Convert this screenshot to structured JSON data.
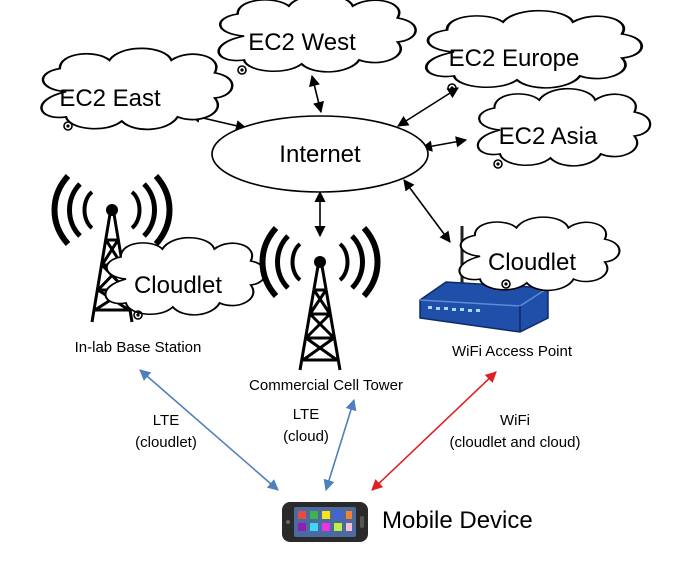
{
  "colors": {
    "black_arrow": "#000000",
    "lte_arrow": "#4f7fbd",
    "wifi_arrow": "#e02020",
    "router_body": "#1f4fa8"
  },
  "clouds": {
    "ec2_east": "EC2 East",
    "ec2_west": "EC2 West",
    "ec2_europe": "EC2 Europe",
    "ec2_asia": "EC2 Asia",
    "cloudlet_basestation": "Cloudlet",
    "cloudlet_wifi": "Cloudlet"
  },
  "hub": {
    "internet": "Internet"
  },
  "nodes": {
    "base_station": "In-lab Base Station",
    "cell_tower": "Commercial Cell Tower",
    "wifi_ap": "WiFi Access Point",
    "mobile_device": "Mobile Device"
  },
  "links": {
    "lte_cloudlet_line1": "LTE",
    "lte_cloudlet_line2": "(cloudlet)",
    "lte_cloud_line1": "LTE",
    "lte_cloud_line2": "(cloud)",
    "wifi_line1": "WiFi",
    "wifi_line2": "(cloudlet and cloud)"
  },
  "icons": {
    "antenna": "antenna-tower-icon",
    "router": "wifi-router-icon",
    "phone": "smartphone-icon"
  }
}
